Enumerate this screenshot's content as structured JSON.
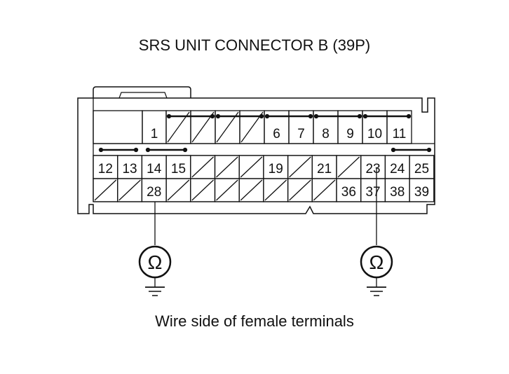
{
  "title": "SRS UNIT CONNECTOR B (39P)",
  "caption": "Wire side of female terminals",
  "connector": {
    "row1": [
      "",
      "1",
      "",
      "",
      "",
      "",
      "6",
      "7",
      "8",
      "9",
      "10",
      "11"
    ],
    "row2": [
      "12",
      "13",
      "14",
      "15",
      "",
      "",
      "",
      "19",
      "",
      "21",
      "",
      "23",
      "24",
      "25"
    ],
    "row3": [
      "",
      "",
      "28",
      "",
      "",
      "",
      "",
      "",
      "",
      "",
      "36",
      "37",
      "38",
      "39"
    ]
  },
  "probes": [
    {
      "terminal": "28",
      "meter_symbol": "Ω",
      "meter": "ohmmeter-icon",
      "ground": "ground-icon"
    },
    {
      "terminal": "37",
      "meter_symbol": "Ω",
      "meter": "ohmmeter-icon",
      "ground": "ground-icon"
    }
  ]
}
